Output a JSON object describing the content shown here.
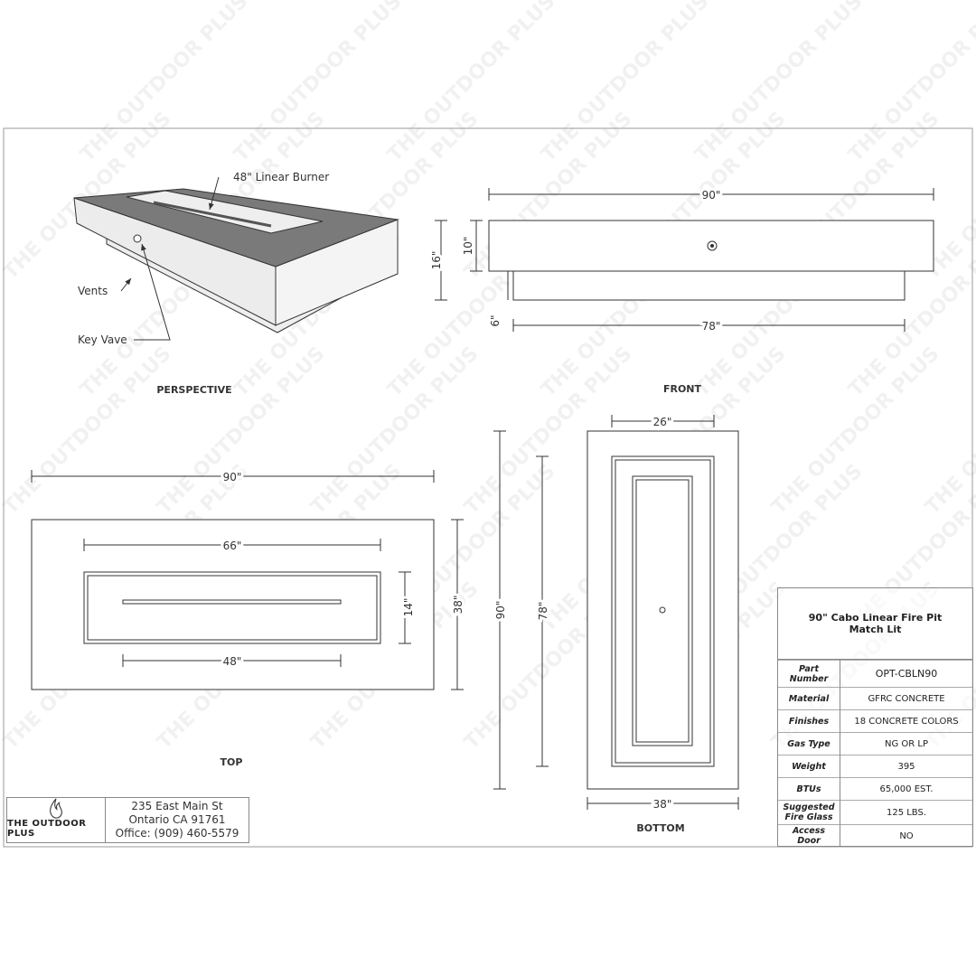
{
  "watermark": "THE OUTDOOR PLUS",
  "perspective": {
    "view_label": "PERSPECTIVE",
    "callouts": {
      "burner": "48\" Linear Burner",
      "vents": "Vents",
      "key_valve": "Key Vave"
    }
  },
  "front": {
    "view_label": "FRONT",
    "dims": {
      "width": "90\"",
      "height_total": "16\"",
      "height_top": "10\"",
      "base_height": "6\"",
      "base_width": "78\""
    }
  },
  "top": {
    "view_label": "TOP",
    "dims": {
      "width": "90\"",
      "opening_width": "66\"",
      "burner": "48\"",
      "opening_depth": "14\"",
      "depth": "38\""
    }
  },
  "bottom": {
    "view_label": "BOTTOM",
    "dims": {
      "inner_width": "26\"",
      "length": "90\"",
      "inner_length": "78\"",
      "width": "38\""
    }
  },
  "spec": {
    "title_line1": "90\" Cabo Linear Fire Pit",
    "title_line2": "Match Lit",
    "rows": [
      {
        "key": "Part Number",
        "value": "OPT-CBLN90"
      },
      {
        "key": "Material",
        "value": "GFRC CONCRETE"
      },
      {
        "key": "Finishes",
        "value": "18 CONCRETE COLORS"
      },
      {
        "key": "Gas Type",
        "value": "NG OR LP"
      },
      {
        "key": "Weight",
        "value": "395"
      },
      {
        "key": "BTUs",
        "value": "65,000 EST."
      },
      {
        "key": "Suggested Fire Glass",
        "value": "125 LBS."
      },
      {
        "key": "Access Door",
        "value": "NO"
      }
    ]
  },
  "company": {
    "logo_text": "THE OUTDOOR PLUS",
    "address1": "235 East Main St",
    "address2": "Ontario CA 91761",
    "phone": "Office: (909) 460-5579"
  }
}
